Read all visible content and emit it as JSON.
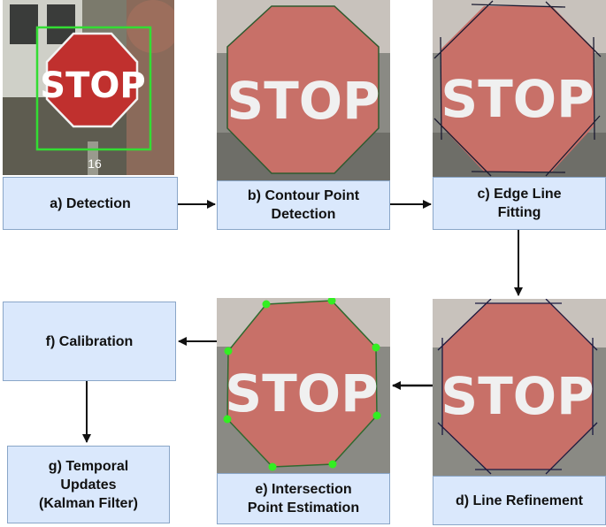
{
  "sign_text": "STOP",
  "post_number": "16",
  "steps": {
    "a": "a) Detection",
    "b": "b) Contour Point\nDetection",
    "c": "c) Edge Line\nFitting",
    "d": "d) Line Refinement",
    "e": "e) Intersection\nPoint Estimation",
    "f": "f) Calibration",
    "g": "g) Temporal\nUpdates\n(Kalman Filter)"
  },
  "colors": {
    "box_fill": "#dae8fc",
    "box_border": "#8aa6c8",
    "sign_red": "#c0302e",
    "sign_red_faded": "#c87068",
    "detection_box": "#33dd33",
    "keypoint": "#33ee22"
  }
}
